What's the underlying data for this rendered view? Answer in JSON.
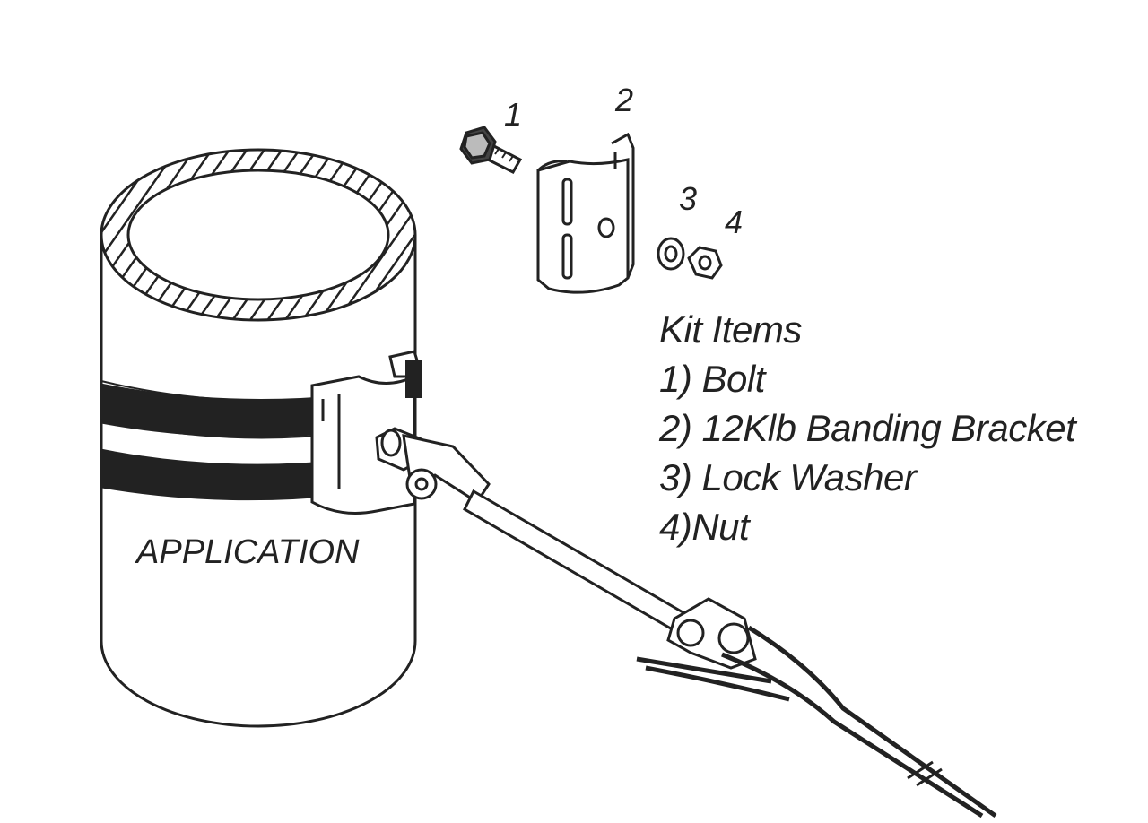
{
  "diagram": {
    "pole_label": "APPLICATION",
    "callouts": [
      "1",
      "2",
      "3",
      "4"
    ],
    "kit": {
      "heading": "Kit Items",
      "items": [
        "1) Bolt",
        "2) 12Klb Banding Bracket",
        "3) Lock Washer",
        "4)Nut"
      ]
    },
    "line_color": "#222222"
  }
}
